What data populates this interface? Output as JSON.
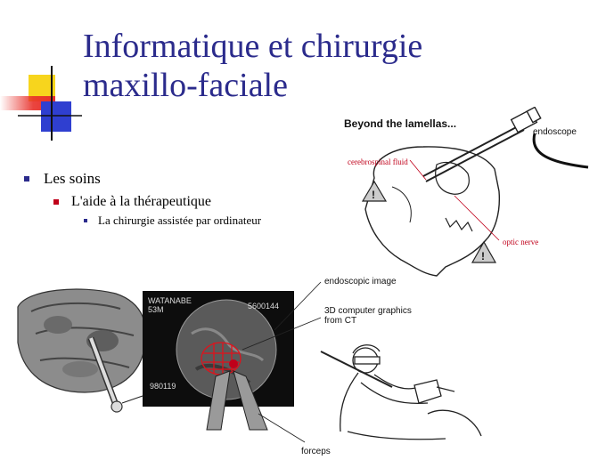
{
  "slide": {
    "title_line1": "Informatique et chirurgie",
    "title_line2": "maxillo-faciale",
    "bullets": [
      "Les soins",
      "L'aide à la thérapeutique",
      "La chirurgie assistée par ordinateur"
    ]
  },
  "figure": {
    "caption": "Beyond the lamellas...",
    "labels": {
      "endoscope": "endoscope",
      "cerebrospinal_fluid": "cerebrospinal fluid",
      "optic_nerve": "optic nerve",
      "endoscopic_image": "endoscopic image",
      "computer_graphics": "3D computer graphics from CT",
      "forceps": "forceps"
    },
    "screen_text": {
      "top_left_line1": "WATANABE",
      "top_left_line2": "53M",
      "top_right": "5600144",
      "bottom_left": "980119"
    }
  },
  "colors": {
    "title": "#2b2b8c",
    "bullet_level2": "#c0001a",
    "annotation_red": "#c0001a"
  }
}
